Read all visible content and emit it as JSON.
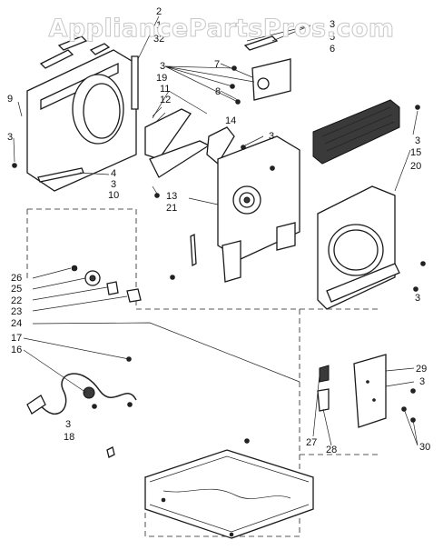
{
  "watermark": "AppliancePartsPros.com",
  "callouts": [
    {
      "id": "c-2",
      "text": "2"
    },
    {
      "id": "c-1",
      "text": "1"
    },
    {
      "id": "c-32",
      "text": "32"
    },
    {
      "id": "c-3a",
      "text": "3"
    },
    {
      "id": "c-5",
      "text": "5"
    },
    {
      "id": "c-6",
      "text": "6"
    },
    {
      "id": "c-3b",
      "text": "3"
    },
    {
      "id": "c-7",
      "text": "7"
    },
    {
      "id": "c-19",
      "text": "19"
    },
    {
      "id": "c-11",
      "text": "11"
    },
    {
      "id": "c-12",
      "text": "12"
    },
    {
      "id": "c-8",
      "text": "8"
    },
    {
      "id": "c-14",
      "text": "14"
    },
    {
      "id": "c-9",
      "text": "9"
    },
    {
      "id": "c-3c",
      "text": "3"
    },
    {
      "id": "c-3d",
      "text": "3"
    },
    {
      "id": "c-4",
      "text": "4"
    },
    {
      "id": "c-3e",
      "text": "3"
    },
    {
      "id": "c-10",
      "text": "10"
    },
    {
      "id": "c-13",
      "text": "13"
    },
    {
      "id": "c-21",
      "text": "21"
    },
    {
      "id": "c-3f",
      "text": "3"
    },
    {
      "id": "c-15",
      "text": "15"
    },
    {
      "id": "c-20",
      "text": "20"
    },
    {
      "id": "c-26",
      "text": "26"
    },
    {
      "id": "c-25",
      "text": "25"
    },
    {
      "id": "c-22",
      "text": "22"
    },
    {
      "id": "c-23",
      "text": "23"
    },
    {
      "id": "c-24",
      "text": "24"
    },
    {
      "id": "c-17",
      "text": "17"
    },
    {
      "id": "c-16",
      "text": "16"
    },
    {
      "id": "c-29",
      "text": "29"
    },
    {
      "id": "c-3g",
      "text": "3"
    },
    {
      "id": "c-3h",
      "text": "3"
    },
    {
      "id": "c-18",
      "text": "18"
    },
    {
      "id": "c-27",
      "text": "27"
    },
    {
      "id": "c-28",
      "text": "28"
    },
    {
      "id": "c-30",
      "text": "30"
    },
    {
      "id": "c-3i",
      "text": "3"
    }
  ]
}
